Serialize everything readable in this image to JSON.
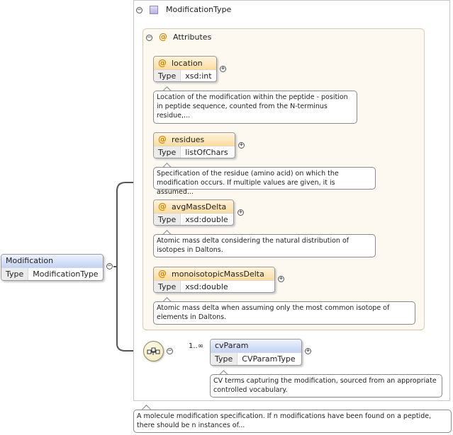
{
  "type_box": {
    "title": "ModificationType",
    "attributes_label": "Attributes"
  },
  "attributes": [
    {
      "name": "location",
      "type_label": "Type",
      "type": "xsd:int",
      "doc": "Location of the modification within the peptide - position in peptide sequence, counted from the N-terminus residue,..."
    },
    {
      "name": "residues",
      "type_label": "Type",
      "type": "listOfChars",
      "doc": "Specification of the residue (amino acid) on which the modification occurs. If multiple values are given, it is assumed..."
    },
    {
      "name": "avgMassDelta",
      "type_label": "Type",
      "type": "xsd:double",
      "doc": "Atomic mass delta considering the natural distribution of isotopes in Daltons."
    },
    {
      "name": "monoisotopicMassDelta",
      "type_label": "Type",
      "type": "xsd:double",
      "doc": "Atomic mass delta when assuming only the most common isotope of elements in Daltons."
    }
  ],
  "root": {
    "name": "Modification",
    "type_label": "Type",
    "type": "ModificationType",
    "doc": "A molecule modification specification. If n modifications have been found on a peptide, there should be n instances of..."
  },
  "cvparam": {
    "cardinality": "1..∞",
    "name": "cvParam",
    "type_label": "Type",
    "type": "CVParamType",
    "doc": "CV terms capturing the modification, sourced from an appropriate controlled vocabulary."
  },
  "symbols": {
    "at": "@",
    "collapse": "−",
    "expand": "+"
  },
  "colors": {
    "attr_accent": "#d08a00",
    "element_header": "#c2d3f2",
    "attr_header": "#fbdca0",
    "connector": "#555555"
  }
}
